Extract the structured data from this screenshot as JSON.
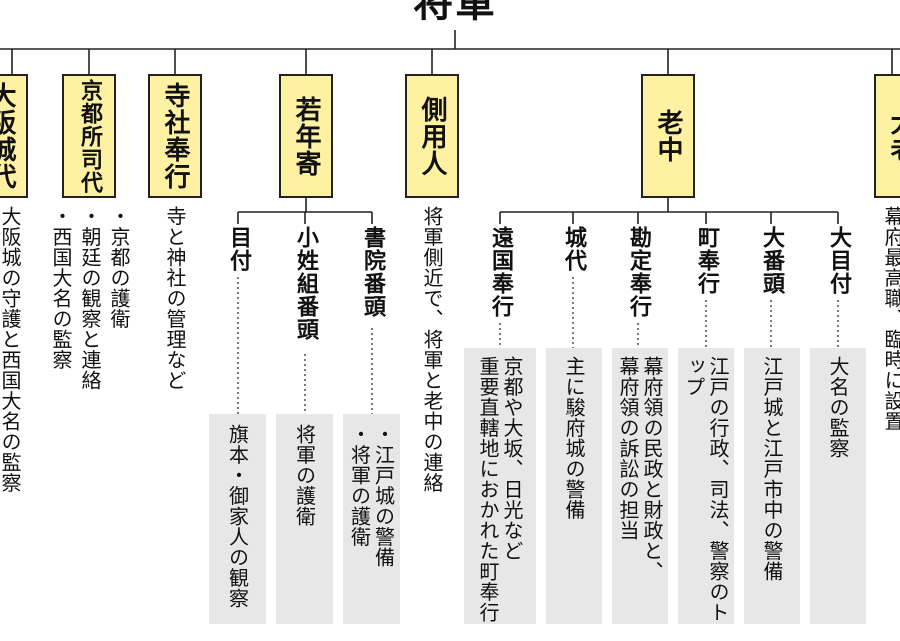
{
  "top": {
    "title": "将軍"
  },
  "boxes": {
    "osaka_jodai": "大阪城代",
    "kyoto_shoshidai": "京都所司代",
    "jisha_bugyo": "寺社奉行",
    "wakadoshiyori": "若年寄",
    "sobayonin": "側用人",
    "roju": "老中",
    "tairo": "大老"
  },
  "descriptions": {
    "osaka_jodai": "大阪城の守護と西国大名の監察",
    "kyoto_shoshidai_1": "・京都の護衛",
    "kyoto_shoshidai_2": "・朝廷の観察と連絡",
    "kyoto_shoshidai_3": "・西国大名の監察",
    "jisha_bugyo": "寺と神社の管理など",
    "sobayonin": "将軍側近で、将軍と老中の連絡",
    "tairo": "幕府最高職、臨時に設置"
  },
  "wakadoshiyori_subs": [
    {
      "title": "目付",
      "desc": [
        "旗本・御家人の観察"
      ]
    },
    {
      "title": "小姓組番頭",
      "desc": [
        "将軍の護衛"
      ]
    },
    {
      "title": "書院番頭",
      "desc": [
        "・江戸城の警備",
        "・将軍の護衛"
      ]
    }
  ],
  "roju_subs": [
    {
      "title": "遠国奉行",
      "desc": [
        "京都や大坂、日光など",
        "重要直轄地におかれた町奉行"
      ]
    },
    {
      "title": "城代",
      "desc": [
        "主に駿府城の警備"
      ]
    },
    {
      "title": "勘定奉行",
      "desc": [
        "幕府領の民政と財政と、",
        "幕府領の訴訟の担当"
      ]
    },
    {
      "title": "町奉行",
      "desc": [
        "江戸の行政、司法、警察のトップ"
      ]
    },
    {
      "title": "大番頭",
      "desc": [
        "江戸城と江戸市中の警備"
      ]
    },
    {
      "title": "大目付",
      "desc": [
        "大名の監察"
      ]
    }
  ]
}
